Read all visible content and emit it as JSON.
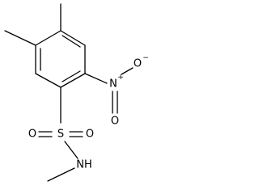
{
  "molecule": {
    "atoms": {
      "nitro_n": "N",
      "nitro_o_top": "O",
      "nitro_o_bottom": "O",
      "sulfur": "S",
      "sulfonyl_o_left": "O",
      "sulfonyl_o_right": "O",
      "amine_nh": "NH"
    },
    "charges": {
      "nitro_n": "+",
      "nitro_o_top": "−"
    }
  },
  "colors": {
    "bond": "#000000",
    "label": "#000000",
    "background": "#ffffff"
  }
}
